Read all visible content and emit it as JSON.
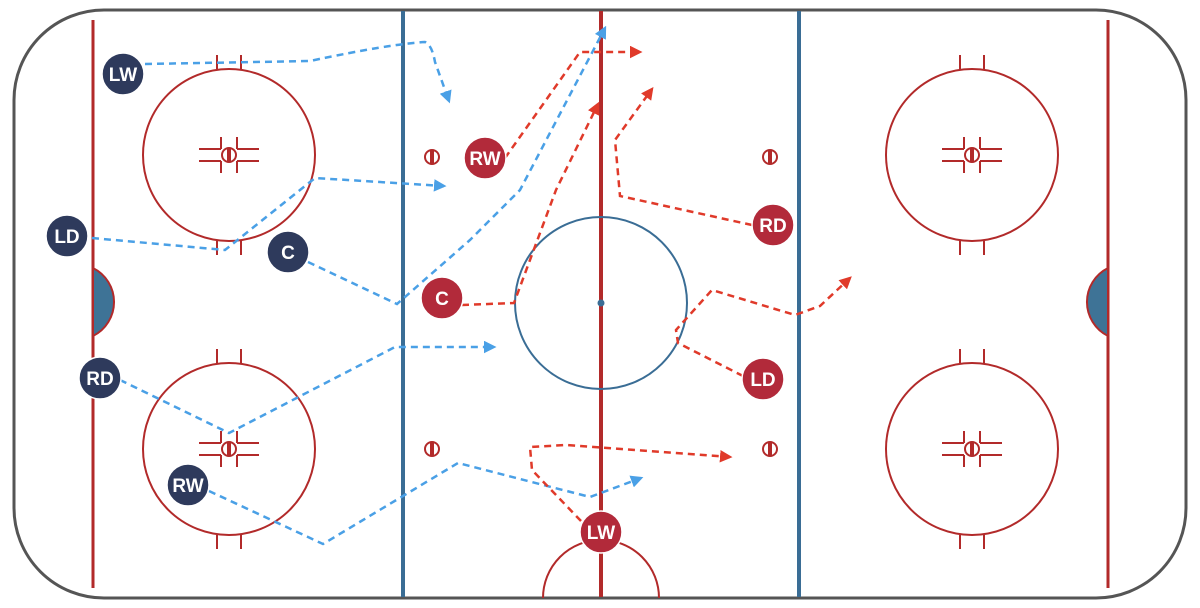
{
  "colors": {
    "board": "#555555",
    "red_line": "#b22a2a",
    "blue_line": "#3a6d95",
    "circle": "#b22a2a",
    "center_circle": "#3a6d95",
    "crease": "#3e7396",
    "team_a_fill": "#2e3a5c",
    "team_a_arrow": "#4aa0e6",
    "team_b_fill": "#b22a3a",
    "team_b_arrow": "#e03a2a"
  },
  "team_a": {
    "players": [
      {
        "id": "a-lw",
        "label": "LW"
      },
      {
        "id": "a-ld",
        "label": "LD"
      },
      {
        "id": "a-c",
        "label": "C"
      },
      {
        "id": "a-rd",
        "label": "RD"
      },
      {
        "id": "a-rw",
        "label": "RW"
      }
    ]
  },
  "team_b": {
    "players": [
      {
        "id": "b-rw",
        "label": "RW"
      },
      {
        "id": "b-c",
        "label": "C"
      },
      {
        "id": "b-rd",
        "label": "RD"
      },
      {
        "id": "b-ld",
        "label": "LD"
      },
      {
        "id": "b-lw",
        "label": "LW"
      }
    ]
  }
}
